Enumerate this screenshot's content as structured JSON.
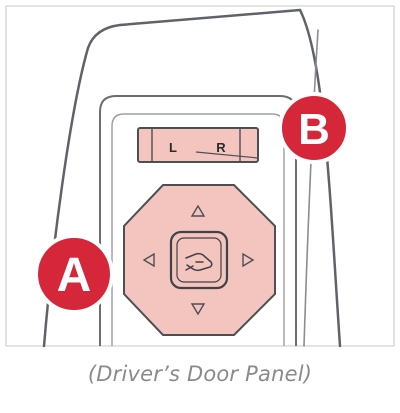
{
  "caption": "(Driver’s Door Panel)",
  "mirror_switch": {
    "left_label": "L",
    "right_label": "R"
  },
  "callouts": {
    "a_label": "A",
    "b_label": "B"
  },
  "colors": {
    "callout_red": "#d5263a",
    "pad_fill": "#f4c5be",
    "outline": "#5f6369"
  },
  "icons": {
    "center_button": "mirror-glyph",
    "arrows": [
      "triangle-up",
      "triangle-down",
      "triangle-left",
      "triangle-right"
    ]
  }
}
